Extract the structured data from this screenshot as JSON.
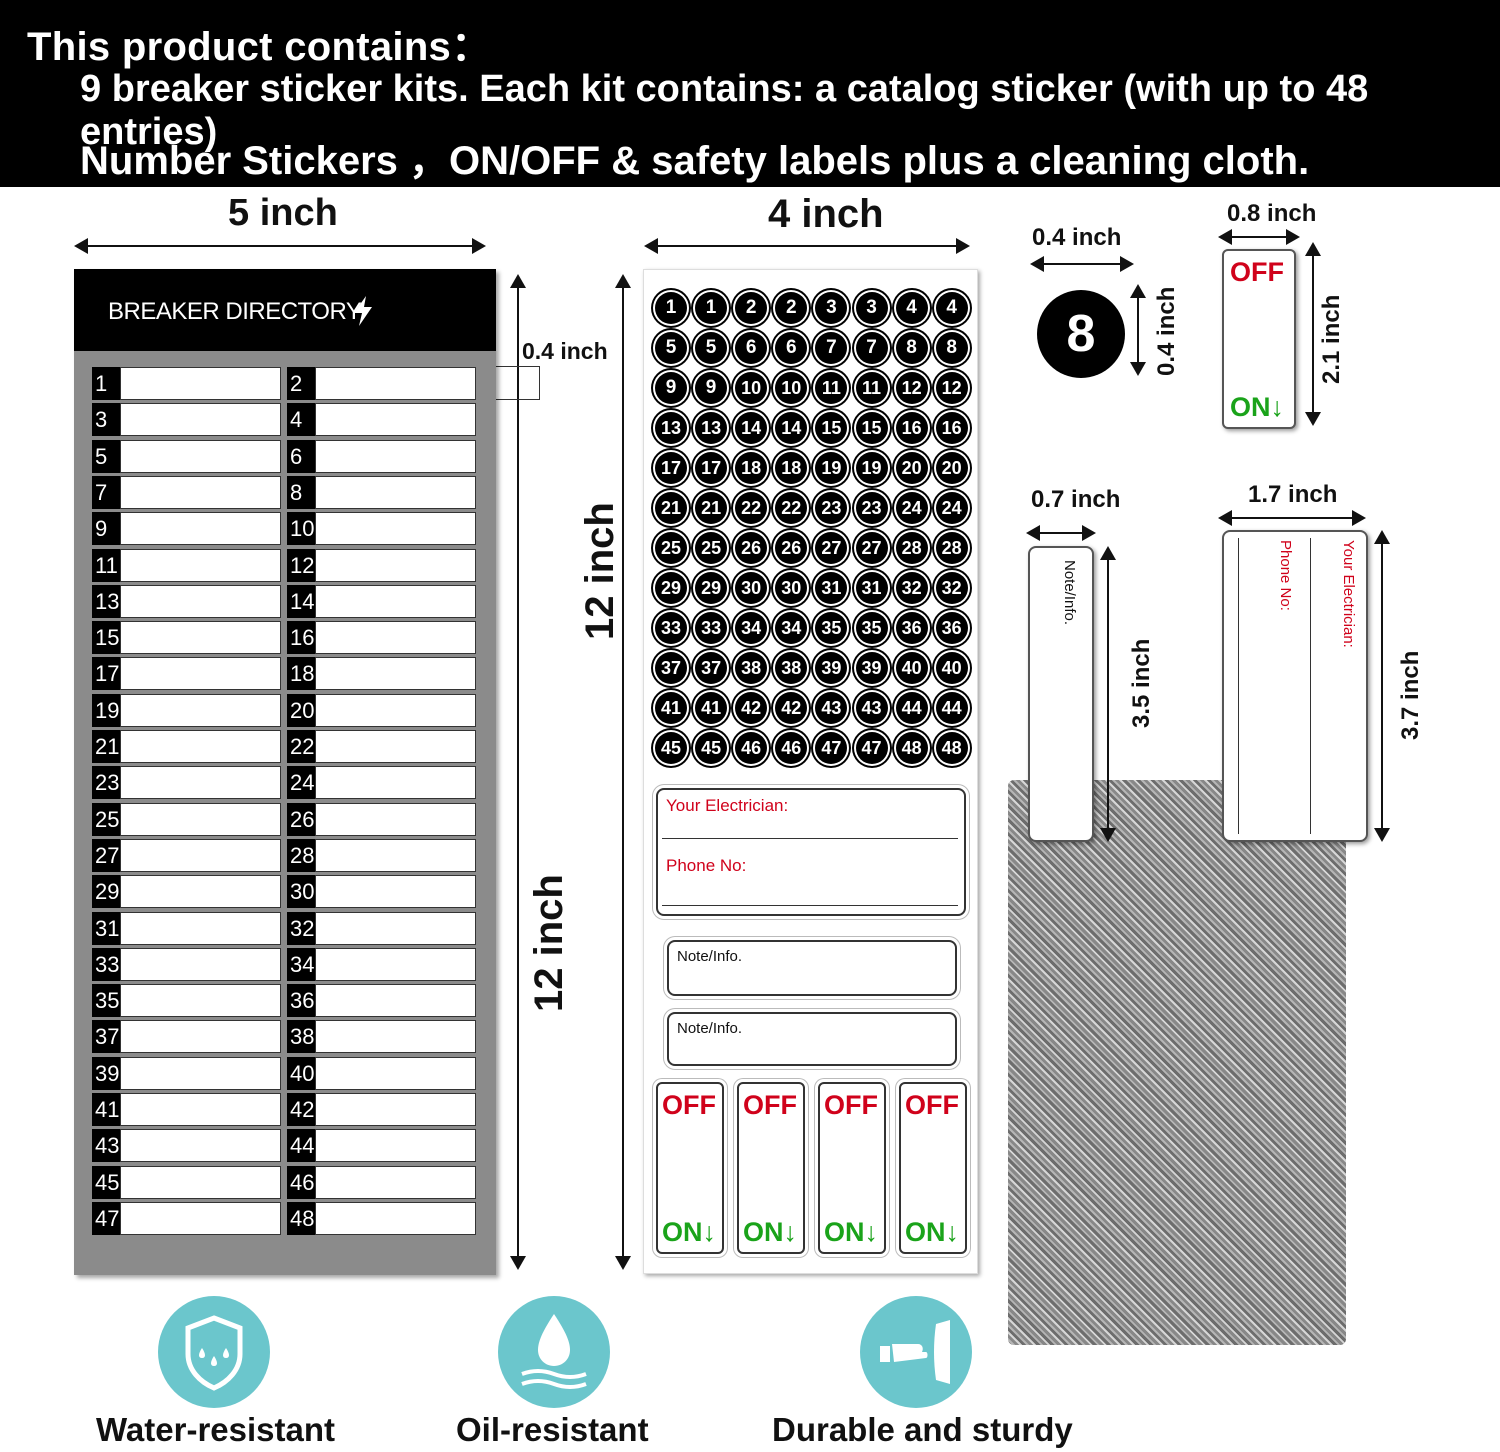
{
  "banner": {
    "line1": "This product contains：",
    "line2": "9 breaker sticker kits. Each kit contains: a catalog sticker (with up to 48 entries)",
    "line3": "Number Stickers ，ON/OFF & safety labels plus a  cleaning cloth."
  },
  "dimensions": {
    "directory_width": "5 inch",
    "directory_height": "12 inch",
    "entry_height": "0.4 inch",
    "sheet_width": "4 inch",
    "sheet_height": "12 inch",
    "dot_width": "0.4 inch",
    "dot_height": "0.4 inch",
    "onoff_width": "0.8 inch",
    "onoff_height": "2.1  inch",
    "note_width": "0.7 inch",
    "note_height": "3.5  inch",
    "contact_width": "1.7 inch",
    "contact_height": "3.7  inch"
  },
  "directory": {
    "title": "BREAKER DIRECTORY",
    "title_icon": "lightning-bolt-icon",
    "entries": [
      "1",
      "2",
      "3",
      "4",
      "5",
      "6",
      "7",
      "8",
      "9",
      "10",
      "11",
      "12",
      "13",
      "14",
      "15",
      "16",
      "17",
      "18",
      "19",
      "20",
      "21",
      "22",
      "23",
      "24",
      "25",
      "26",
      "27",
      "28",
      "29",
      "30",
      "31",
      "32",
      "33",
      "34",
      "35",
      "36",
      "37",
      "38",
      "39",
      "40",
      "41",
      "42",
      "43",
      "44",
      "45",
      "46",
      "47",
      "48"
    ]
  },
  "number_sheet": {
    "numbers": [
      "1",
      "1",
      "2",
      "2",
      "3",
      "3",
      "4",
      "4",
      "5",
      "5",
      "6",
      "6",
      "7",
      "7",
      "8",
      "8",
      "9",
      "9",
      "10",
      "10",
      "11",
      "11",
      "12",
      "12",
      "13",
      "13",
      "14",
      "14",
      "15",
      "15",
      "16",
      "16",
      "17",
      "17",
      "18",
      "18",
      "19",
      "19",
      "20",
      "20",
      "21",
      "21",
      "22",
      "22",
      "23",
      "23",
      "24",
      "24",
      "25",
      "25",
      "26",
      "26",
      "27",
      "27",
      "28",
      "28",
      "29",
      "29",
      "30",
      "30",
      "31",
      "31",
      "32",
      "32",
      "33",
      "33",
      "34",
      "34",
      "35",
      "35",
      "36",
      "36",
      "37",
      "37",
      "38",
      "38",
      "39",
      "39",
      "40",
      "40",
      "41",
      "41",
      "42",
      "42",
      "43",
      "43",
      "44",
      "44",
      "45",
      "45",
      "46",
      "46",
      "47",
      "47",
      "48",
      "48"
    ],
    "electrician_label": "Your Electrician:",
    "phone_label": "Phone No:",
    "note_label_1": "Note/Info.",
    "note_label_2": "Note/Info.",
    "off_label": "OFF",
    "on_label": "ON↓"
  },
  "samples": {
    "dot_number": "8",
    "off_label": "OFF",
    "on_label": "ON↓",
    "note_label": "Note/Info.",
    "phone_label": "Phone No:",
    "electrician_label": "Your Electrician:"
  },
  "features": [
    {
      "label": "Water-resistant",
      "icon": "water-drops-shield-icon"
    },
    {
      "label": "Oil-resistant",
      "icon": "oil-drop-icon"
    },
    {
      "label": "Durable and sturdy",
      "icon": "hand-pressing-icon"
    }
  ],
  "colors": {
    "accent_teal": "#6bc6cc",
    "off_red": "#d0021b",
    "on_green": "#1aa31a",
    "banner": "#000000"
  }
}
